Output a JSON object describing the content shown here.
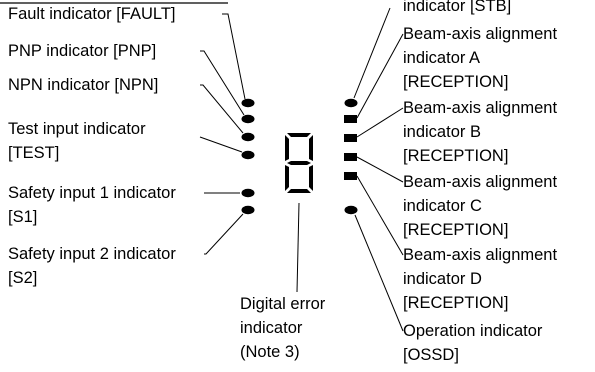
{
  "labels": {
    "fault": "Fault indicator [FAULT]",
    "pnp": "PNP indicator [PNP]",
    "npn": "NPN indicator [NPN]",
    "test": [
      "Test input indicator",
      "[TEST]"
    ],
    "s1": [
      "Safety input 1 indicator",
      "[S1]"
    ],
    "s2": [
      "Safety input 2 indicator",
      "[S2]"
    ],
    "digital": [
      "Digital error",
      "indicator",
      "(Note 3)"
    ],
    "stb": "indicator [STB]",
    "beam_a": [
      "Beam-axis alignment",
      "indicator A",
      "[RECEPTION]"
    ],
    "beam_b": [
      "Beam-axis alignment",
      "indicator B",
      "[RECEPTION]"
    ],
    "beam_c": [
      "Beam-axis alignment",
      "indicator C",
      "[RECEPTION]"
    ],
    "beam_d": [
      "Beam-axis alignment",
      "indicator D",
      "[RECEPTION]"
    ],
    "ossd": [
      "Operation indicator",
      "[OSSD]"
    ]
  },
  "digital_display_char": "8",
  "colors": {
    "ink": "#000000",
    "background": "#ffffff"
  }
}
